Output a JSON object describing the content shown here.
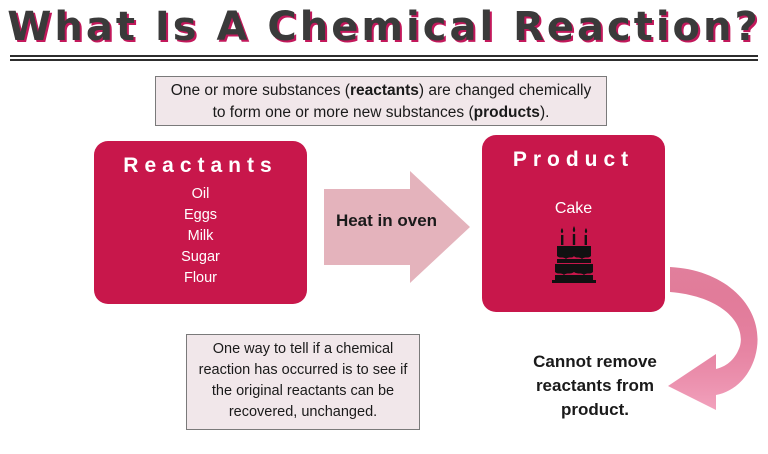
{
  "title": "What Is A Chemical Reaction?",
  "definition": {
    "text_1": "One or more substances (",
    "bold_1": "reactants",
    "text_2": ") are changed chemically",
    "text_3": "to form one or more new substances (",
    "bold_2": "products",
    "text_4": ")."
  },
  "reactants": {
    "title": "Reactants",
    "items": [
      "Oil",
      "Eggs",
      "Milk",
      "Sugar",
      "Flour"
    ]
  },
  "process": {
    "label": "Heat in oven"
  },
  "product": {
    "title": "Product",
    "name": "Cake",
    "icon": "birthday-cake-icon"
  },
  "note": {
    "text": "One way to tell if a chemical reaction has occurred is to see if the original reactants can be recovered, unchanged."
  },
  "conclusion": {
    "text": "Cannot remove reactants from product."
  },
  "colors": {
    "accent": "#c8174b",
    "arrow": "#e4b3bc",
    "panel": "#f1e7ea",
    "title_shadow": "#c2185b"
  }
}
